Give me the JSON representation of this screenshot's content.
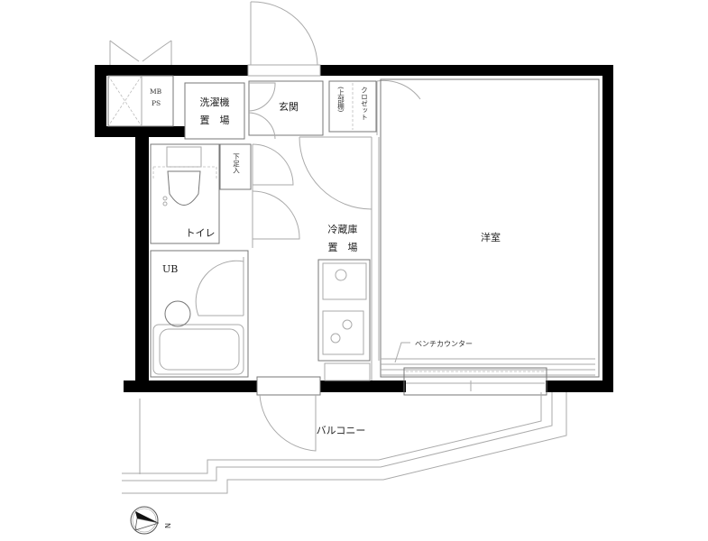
{
  "floor_plan": {
    "rooms": {
      "mb_ps": [
        "MB",
        "PS"
      ],
      "washer_space": [
        "洗濯機",
        "置　場"
      ],
      "entrance": "玄関",
      "closet": "クロゼット",
      "closet_upper_shelf": "(上部棚)",
      "shoe_cabinet": "下足入",
      "toilet": "トイレ",
      "unit_bath": "UB",
      "fridge_space": [
        "冷蔵庫",
        "置　場"
      ],
      "western_room": "洋室",
      "bench_counter": "ベンチカウンター",
      "balcony": "バルコニー"
    },
    "compass": {
      "label": "N"
    }
  }
}
